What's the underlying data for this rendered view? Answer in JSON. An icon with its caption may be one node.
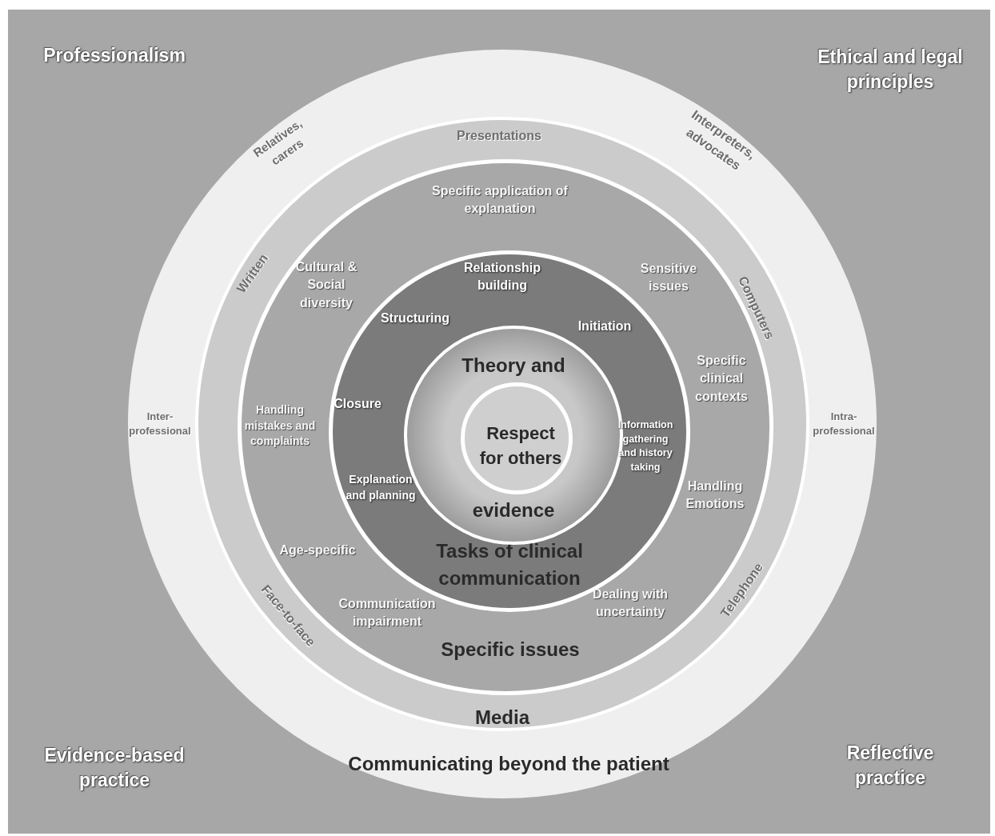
{
  "diagram": {
    "nodes": [
      {
        "text": [
          "Communicating beyond the patient"
        ]
      },
      {
        "text": [
          "Media"
        ],
        "in": 0
      },
      {
        "text": [
          "Specific issues"
        ],
        "in": 1
      },
      {
        "text": [
          "Tasks of clinical communication"
        ],
        "in": 2
      },
      {
        "text": [
          "Theory and",
          "evidence"
        ],
        "in": 3
      },
      {
        "text": [
          "Respect for others"
        ],
        "in": 4
      }
    ],
    "labels": [
      "Professionalism",
      "Ethical and legal principles",
      "Relatives, carers",
      "Presentations",
      "Interpreters, advocates",
      "Specific application of explanation",
      "Written",
      "Cultural & Social diversity",
      "Relationship building",
      "Sensitive issues",
      "Computers",
      "Structuring",
      "Initiation",
      "Specific clinical contexts",
      "Inter- professional",
      "Handling mistakes and complaints",
      "Closure",
      "Information gathering and history taking",
      "Intra- professional",
      "Explanation and planning",
      "Handling Emotions",
      "Age-specific",
      "Dealing with uncertainty",
      "Telephone",
      "Face-to-face",
      "Communication impairment",
      "Evidence-based practice",
      "Reflective practice"
    ]
  }
}
